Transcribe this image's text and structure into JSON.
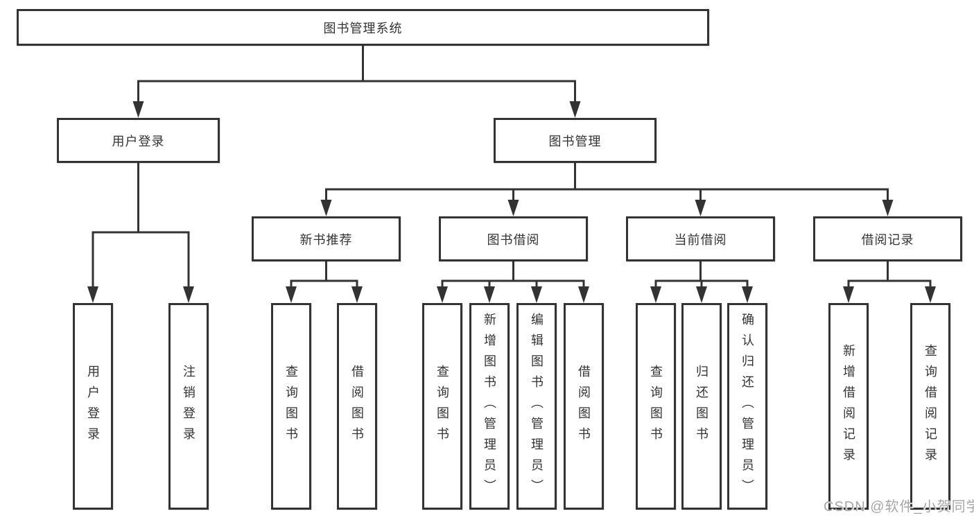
{
  "diagram": {
    "root": {
      "label": "图书管理系统"
    },
    "branches": [
      {
        "label": "用户登录",
        "leaves": [
          {
            "label": "用户登录"
          },
          {
            "label": "注销登录"
          }
        ]
      },
      {
        "label": "图书管理",
        "groups": [
          {
            "label": "新书推荐",
            "leaves": [
              {
                "label": "查询图书"
              },
              {
                "label": "借阅图书"
              }
            ]
          },
          {
            "label": "图书借阅",
            "leaves": [
              {
                "label": "查询图书"
              },
              {
                "label": "新增图书（管理员）"
              },
              {
                "label": "编辑图书（管理员）"
              },
              {
                "label": "借阅图书"
              }
            ]
          },
          {
            "label": "当前借阅",
            "leaves": [
              {
                "label": "查询图书"
              },
              {
                "label": "归还图书"
              },
              {
                "label": "确认归还（管理员）"
              }
            ]
          },
          {
            "label": "借阅记录",
            "leaves": [
              {
                "label": "新增借阅记录"
              },
              {
                "label": "查询借阅记录"
              }
            ]
          }
        ]
      }
    ],
    "colors": {
      "line": "#333333",
      "box_border": "#333333",
      "box_background": "#ffffff",
      "text": "#333333",
      "watermark_text": "#a6a6a6"
    },
    "watermark": "CSDN @软件_小贺同学"
  }
}
